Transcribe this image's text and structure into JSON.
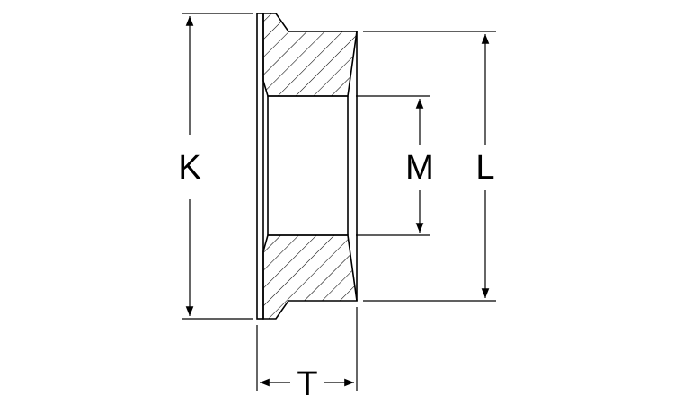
{
  "dimensions": {
    "K": "K",
    "M": "M",
    "L": "L",
    "T": "T"
  },
  "colors": {
    "line": "#000000",
    "background": "#ffffff"
  }
}
